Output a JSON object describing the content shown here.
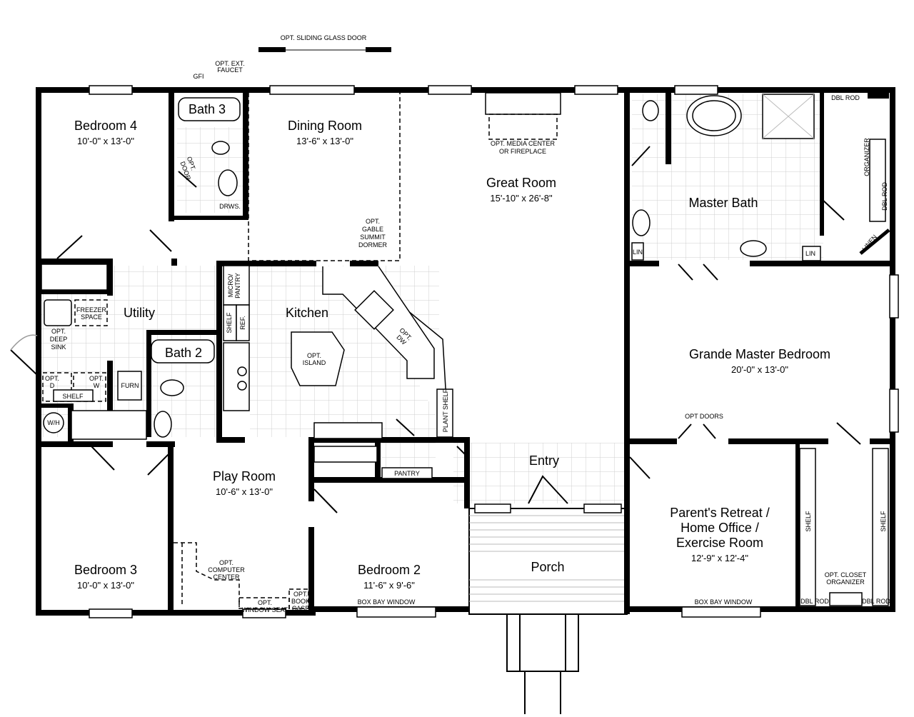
{
  "rooms": {
    "bedroom4": {
      "name": "Bedroom 4",
      "dim": "10'-0\" x 13'-0\""
    },
    "bath3": {
      "name": "Bath 3"
    },
    "dining": {
      "name": "Dining Room",
      "dim": "13'-6\" x 13'-0\""
    },
    "great": {
      "name": "Great Room",
      "dim": "15'-10\" x 26'-8\""
    },
    "master_bath": {
      "name": "Master Bath"
    },
    "utility": {
      "name": "Utility"
    },
    "kitchen": {
      "name": "Kitchen"
    },
    "bath2": {
      "name": "Bath 2"
    },
    "grande_master": {
      "name": "Grande Master Bedroom",
      "dim": "20'-0\" x 13'-0\""
    },
    "play": {
      "name": "Play Room",
      "dim": "10'-6\" x 13'-0\""
    },
    "entry": {
      "name": "Entry"
    },
    "bedroom3": {
      "name": "Bedroom 3",
      "dim": "10'-0\" x 13'-0\""
    },
    "bedroom2": {
      "name": "Bedroom 2",
      "dim": "11'-6\" x 9'-6\""
    },
    "porch": {
      "name": "Porch"
    },
    "parents": {
      "line1": "Parent's Retreat /",
      "line2": "Home Office /",
      "line3": "Exercise Room",
      "dim": "12'-9\" x 12'-4\""
    }
  },
  "notes": {
    "sliding_door": "OPT. SLIDING GLASS DOOR",
    "gfi": "GFI",
    "faucet1": "OPT. EXT.",
    "faucet2": "FAUCET",
    "opt_door1": "OPT.",
    "opt_door2": "DOOR",
    "drws": "DRWS.",
    "gable1": "OPT.",
    "gable2": "GABLE",
    "gable3": "SUMMIT",
    "gable4": "DORMER",
    "media1": "OPT. MEDIA CENTER",
    "media2": "OR FIREPLACE",
    "dbl_rod": "DBL ROD",
    "organizer": "ORGANIZER",
    "dbl_rod_v": "DBL ROD",
    "linen": "LINEN",
    "lin": "LIN",
    "micro": "MICRO/",
    "pantry_v": "PANTRY",
    "shelf": "SHELF",
    "ref": "REF.",
    "freezer1": "FREEZER",
    "freezer2": "SPACE",
    "sink1": "OPT.",
    "sink2": "DEEP",
    "sink3": "SINK",
    "optd1": "OPT.",
    "optd2": "D",
    "optw1": "OPT.",
    "optw2": "W",
    "shelf_h": "SHELF",
    "furn": "FURN",
    "wh": "W/H",
    "island1": "OPT.",
    "island2": "ISLAND",
    "dw1": "OPT.",
    "dw2": "DW",
    "plant_shelf": "PLANT SHELF",
    "opt_doors": "OPT DOORS",
    "pantry": "PANTRY",
    "computer1": "OPT.",
    "computer2": "COMPUTER",
    "computer3": "CENTER",
    "seat1": "OPT.",
    "seat2": "WINDOW SEAT",
    "book1": "OPT.",
    "book2": "BOOK",
    "book3": "CASE",
    "box_bay": "BOX BAY WINDOW",
    "box_bay2": "BOX BAY WINDOW",
    "closet1": "OPT. CLOSET",
    "closet2": "ORGANIZER",
    "dbl_rod_l": "DBL ROD",
    "dbl_rod_r": "DBL ROD",
    "shelf_l": "SHELF",
    "shelf_r": "SHELF"
  }
}
